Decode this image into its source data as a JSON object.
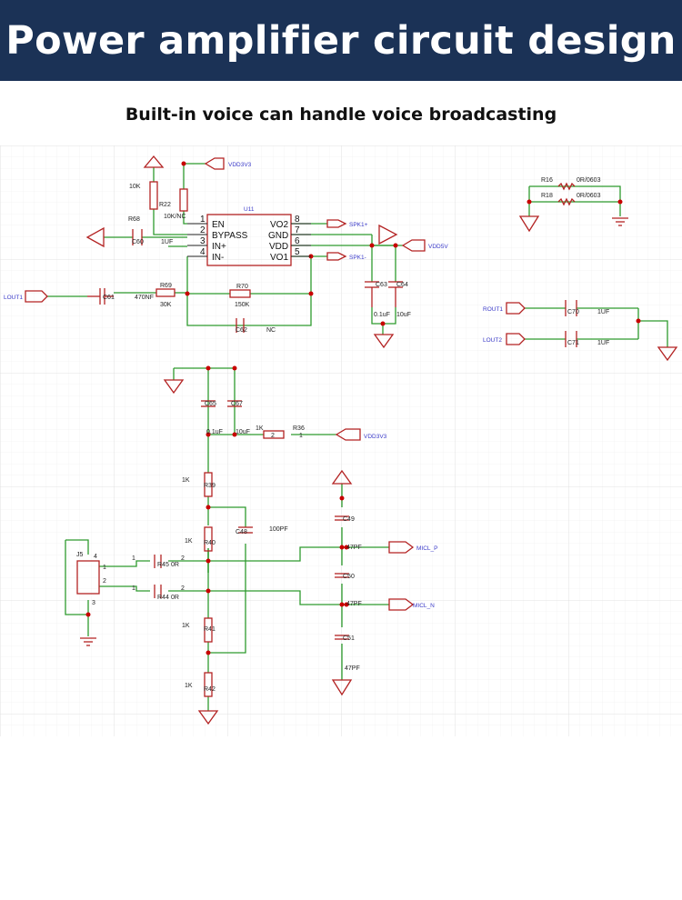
{
  "header": {
    "title": "Power amplifier circuit design"
  },
  "subtitle": "Built-in voice can handle voice broadcasting",
  "colors": {
    "banner": "#1b3256",
    "wire": "#2e9b2e",
    "component": "#b32222",
    "label": "#3a3ac8",
    "junction": "#c80000",
    "grid": "#e6e6e6"
  },
  "schematic": {
    "ic": {
      "ref": "U11",
      "pins_left": [
        "EN",
        "BYPASS",
        "IN+",
        "IN-"
      ],
      "pins_left_num": [
        "1",
        "2",
        "3",
        "4"
      ],
      "pins_right": [
        "VO2",
        "GND",
        "VDD",
        "VO1"
      ],
      "pins_right_num": [
        "8",
        "7",
        "6",
        "5"
      ]
    },
    "nets": {
      "vdd3v3_top": "VDD3V3",
      "vdd5v": "VDD5V",
      "spk_pos": "SPK1+",
      "spk_neg": "SPK1-",
      "lout1": "LOUT1",
      "rout1": "ROUT1",
      "lout2": "LOUT2",
      "vdd3v3_mid": "VDD3V3",
      "micl_p": "MICL_P",
      "micl_n": "MICL_N"
    },
    "labels": {
      "r22_val": "10K",
      "r22_ref": "R22",
      "r22_nc": "10K/NC",
      "r68_ref": "R68",
      "c60_ref": "C60",
      "c60_val": "1UF",
      "c61_ref": "C61",
      "c61_val": "470NF",
      "r69_ref": "R69",
      "r69_val": "30K",
      "r70_ref": "R70",
      "r70_val": "150K",
      "c62_ref": "C62",
      "c62_val": "NC",
      "c63_ref": "C63",
      "c64_ref": "C64",
      "c63_val": "0.1uF",
      "c64_val": "10uF",
      "r16_ref": "R16",
      "r16_val": "0R/0603",
      "r18_ref": "R18",
      "r18_val": "0R/0603",
      "c70_ref": "C70",
      "c70_val": "1UF",
      "c71_ref": "C71",
      "c71_val": "1UF",
      "c65_ref": "C65",
      "c67_ref": "C67",
      "c65_val": "0.1uF",
      "c67_val": "10uF",
      "r36_val": "1K",
      "r36_ref": "R36",
      "r36_p2": "2",
      "r36_p1": "1",
      "r39_val": "1K",
      "r39_ref": "R39",
      "r40_val": "1K",
      "r40_ref": "R40",
      "c48_ref": "C48",
      "c48_val": "100PF",
      "j5_ref": "J5",
      "j5_p4": "4",
      "j5_p1": "1",
      "j5_p2": "2",
      "j5_p3": "3",
      "r45_ref": "R45",
      "r45_val": "0R",
      "r44_ref": "R44",
      "r44_val": "0R",
      "r_pin1": "1",
      "r_pin2": "2",
      "r41_val": "1K",
      "r41_ref": "R41",
      "r42_val": "1K",
      "r42_ref": "R42",
      "c49_ref": "C49",
      "c49_val": "47PF",
      "c50_ref": "C50",
      "c50_val": "47PF",
      "c51_ref": "C51",
      "c51_val": "47PF"
    }
  }
}
